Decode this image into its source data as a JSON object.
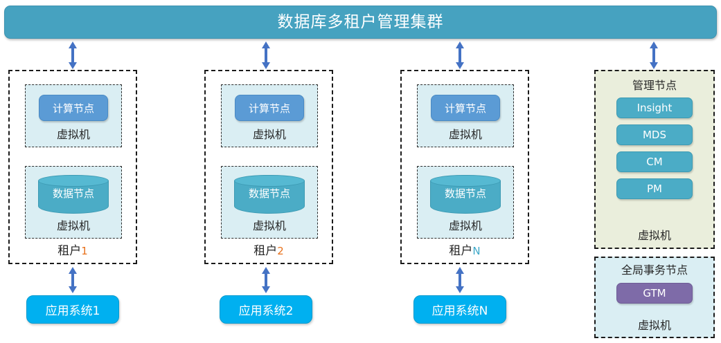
{
  "header": {
    "title": "数据库多租户管理集群",
    "color": "#46A2C0"
  },
  "colors": {
    "title_bar": "#46A2C0",
    "compute_node": "#5B9BD5",
    "data_node": "#4BACC6",
    "vm_fill": "#DAEEF3",
    "app_system": "#00B0F0",
    "mgmt_panel_fill": "#EAEEDC",
    "mgmt_button": "#4BACC6",
    "gtm_button": "#7E6BA8",
    "arrow": "#4472C4"
  },
  "tenants": [
    {
      "label_prefix": "租户",
      "label_index": "1",
      "index_color": "#E8701A",
      "compute": {
        "node_label": "计算节点",
        "vm_label": "虚拟机"
      },
      "data": {
        "node_label": "数据节点",
        "vm_label": "虚拟机"
      },
      "app": {
        "label": "应用系统1"
      }
    },
    {
      "label_prefix": "租户",
      "label_index": "2",
      "index_color": "#E8701A",
      "compute": {
        "node_label": "计算节点",
        "vm_label": "虚拟机"
      },
      "data": {
        "node_label": "数据节点",
        "vm_label": "虚拟机"
      },
      "app": {
        "label": "应用系统2"
      }
    },
    {
      "label_prefix": "租户",
      "label_index": "N",
      "index_color": "#3FA9C9",
      "compute": {
        "node_label": "计算节点",
        "vm_label": "虚拟机"
      },
      "data": {
        "node_label": "数据节点",
        "vm_label": "虚拟机"
      },
      "app": {
        "label": "应用系统N"
      }
    }
  ],
  "management": {
    "title": "管理节点",
    "vm_label": "虚拟机",
    "services": [
      {
        "label": "Insight"
      },
      {
        "label": "MDS"
      },
      {
        "label": "CM"
      },
      {
        "label": "PM"
      }
    ]
  },
  "global_txn": {
    "title": "全局事务节点",
    "vm_label": "虚拟机",
    "service": {
      "label": "GTM"
    }
  }
}
